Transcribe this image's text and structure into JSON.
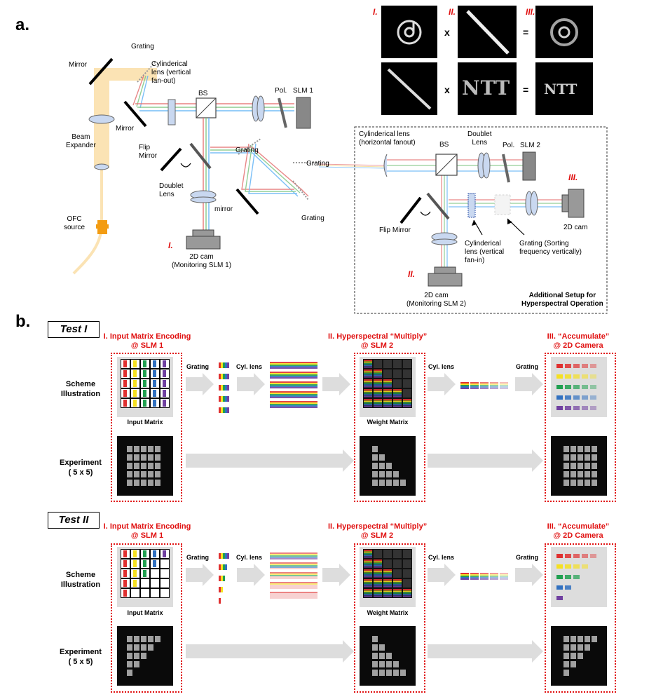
{
  "panel_a": {
    "label": "a.",
    "components": {
      "grating_top": "Grating",
      "mirror_top": "Mirror",
      "cyl_lens_vertical": "Cylinderical\nlens (vertical\nfan-out)",
      "bs": "BS",
      "pol": "Pol.",
      "slm1": "SLM 1",
      "mirror_left": "Mirror",
      "beam_expander": "Beam\nExpander",
      "flip_mirror": "Flip\nMirror",
      "grating_mid": "Grating",
      "doublet_lens": "Doublet\nLens",
      "mirror_lower": "mirror",
      "grating_low": "Grating",
      "grating_right": "Grating",
      "ofc_source": "OFC\nsource",
      "cam1": "2D cam\n(Monitoring SLM 1)"
    },
    "hyperspectral_box": {
      "cyl_lens_horizontal": "Cylinderical lens\n(horizontal fanout)",
      "bs": "BS",
      "doublet_lens": "Doublet\nLens",
      "pol": "Pol.",
      "slm2": "SLM 2",
      "flip_mirror": "Flip Mirror",
      "cyl_lens_vertical_in": "Cylinderical\nlens (vertical\nfan-in)",
      "grating_sorting": "Grating (Sorting\nfrequency vertically)",
      "cam_2d": "2D cam",
      "cam2": "2D cam\n(Monitoring SLM 2)",
      "title": "Additional Setup for\nHyperspectral Operation"
    },
    "roman": {
      "i": "I.",
      "ii": "II.",
      "iii": "III."
    },
    "equation": {
      "times": "x",
      "equals": "=",
      "ntt_text": "NTT"
    }
  },
  "panel_b": {
    "label": "b.",
    "tests": [
      {
        "title": "Test I",
        "step1": "I. Input Matrix Encoding\n@ SLM 1",
        "step2": "II. Hyperspectral “Multiply”\n@ SLM 2",
        "step3": "III. “Accumulate”\n@ 2D Camera",
        "row_scheme": "Scheme\nIllustration",
        "row_experiment": "Experiment\n( 5 x 5)",
        "input_caption": "Input Matrix",
        "weight_caption": "Weight Matrix",
        "arrow_grating": "Grating",
        "arrow_cyl": "Cyl. lens",
        "arrow_cyl2": "Cyl. lens",
        "arrow_grating2": "Grating"
      },
      {
        "title": "Test II",
        "step1": "I. Input Matrix Encoding\n@ SLM 1",
        "step2": "II. Hyperspectral “Multiply”\n@ SLM 2",
        "step3": "III. “Accumulate”\n@ 2D Camera",
        "row_scheme": "Scheme\nIllustration",
        "row_experiment": "Experiment\n( 5 x 5)",
        "input_caption": "Input Matrix",
        "weight_caption": "Weight Matrix",
        "arrow_grating": "Grating",
        "arrow_cyl": "Cyl. lens",
        "arrow_cyl2": "Cyl. lens",
        "arrow_grating2": "Grating"
      }
    ]
  },
  "colors": {
    "red": "#e01010",
    "beam": "#fbe3b4",
    "rgb_red": "#e03030",
    "rgb_yellow": "#f5e020",
    "rgb_green": "#20a050",
    "rgb_blue": "#3070c0",
    "rgb_purple": "#7040a0"
  }
}
